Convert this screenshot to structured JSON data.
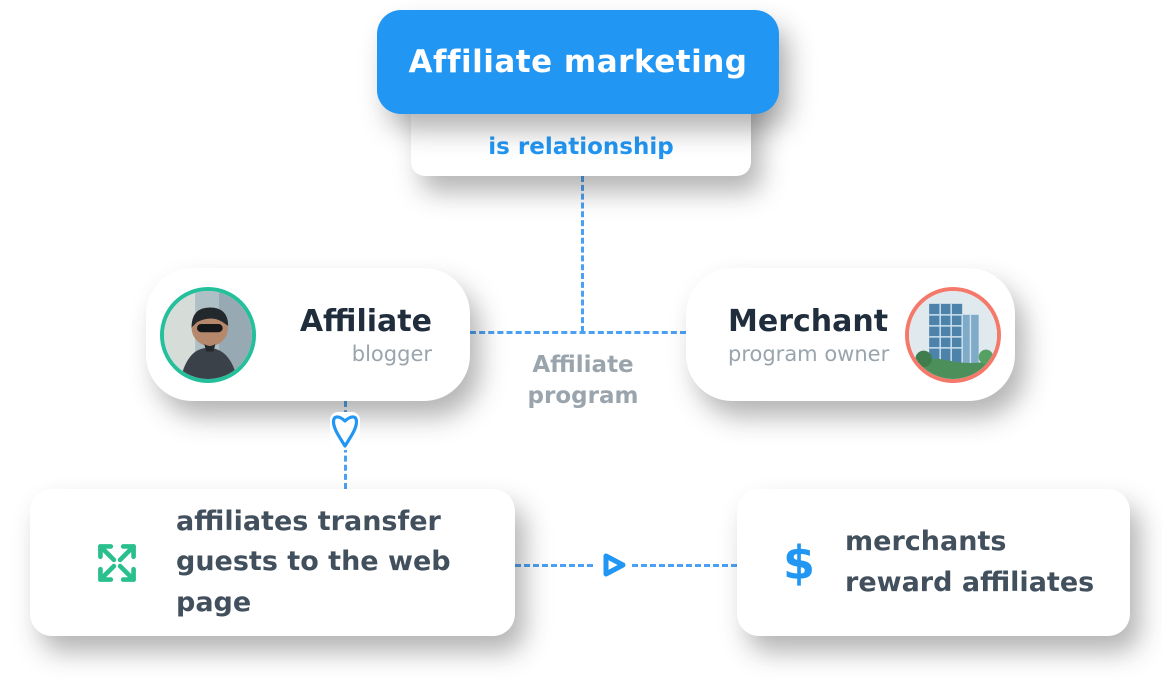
{
  "header": {
    "title": "Affiliate marketing",
    "subtitle": "is relationship"
  },
  "affiliate": {
    "title": "Affiliate",
    "subtitle": "blogger",
    "icon": "person-avatar"
  },
  "merchant": {
    "title": "Merchant",
    "subtitle": "program owner",
    "icon": "building-avatar"
  },
  "relationship_label": {
    "line1": "Affiliate",
    "line2": "program"
  },
  "action_left": {
    "line1": "affiliates transfer",
    "line2": "guests to the web page",
    "icon": "transfer-arrows-icon"
  },
  "action_right": {
    "dollar": "$",
    "line1": "merchants",
    "line2": "reward affiliates",
    "icon": "dollar-icon"
  },
  "connectors": {
    "down_marker_icon": "down-pointer-icon",
    "play_marker_icon": "play-arrow-icon"
  },
  "colors": {
    "primary_blue": "#2196f3",
    "dash_blue": "#4aa0f4",
    "teal_ring": "#24bf9b",
    "green_icon": "#29c08e",
    "salmon_ring": "#f4796b",
    "gray_text": "#9aa4ad",
    "dark_text": "#1f2d3d",
    "body_text": "#42505e"
  }
}
